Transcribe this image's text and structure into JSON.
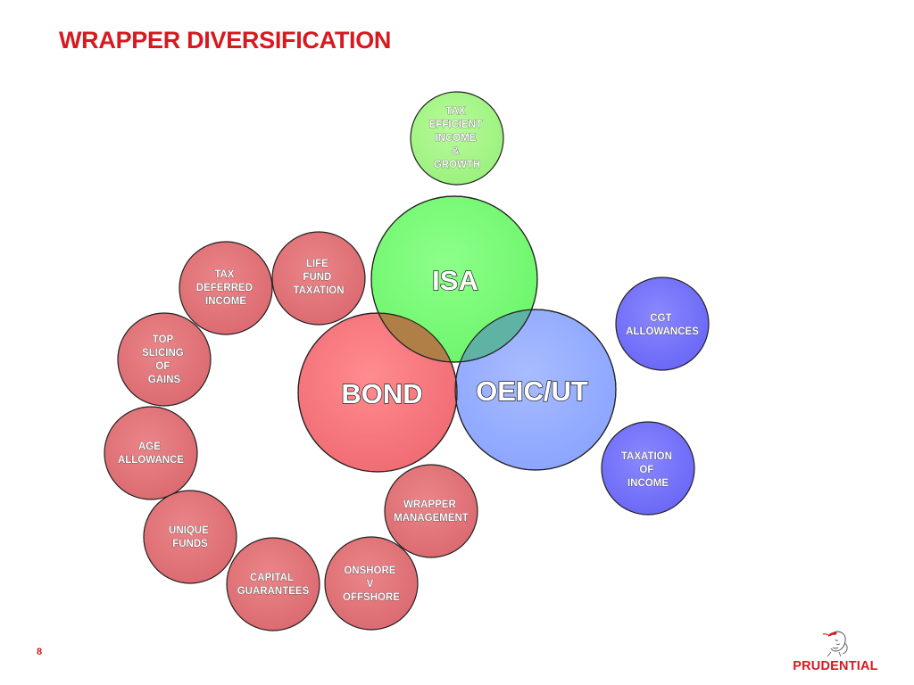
{
  "title": "WRAPPER DIVERSIFICATION",
  "page_number": "8",
  "logo": {
    "text": "PRUDENTIAL",
    "mark_icon": "prudence-head-icon"
  },
  "colors": {
    "title_red": "#d71920",
    "isa_green": "#80ff7f",
    "bond_red": "#f87a80",
    "oeic_blue": "#98b0ff",
    "benefit_red": "#e0757a",
    "benefit_blue": "#7b78ff",
    "benefit_green": "#a7f786"
  },
  "main_circles": [
    {
      "id": "isa",
      "label": "ISA"
    },
    {
      "id": "bond",
      "label": "BOND"
    },
    {
      "id": "oeic",
      "label": "OEIC/UT"
    }
  ],
  "benefits": [
    {
      "id": "tax-efficient",
      "lines": [
        "TAX",
        "EFFICIENT",
        "INCOME",
        "&",
        "GROWTH"
      ]
    },
    {
      "id": "life-fund-taxation",
      "lines": [
        "LIFE",
        "FUND",
        "TAXATION"
      ]
    },
    {
      "id": "tax-deferred-income",
      "lines": [
        "TAX",
        "DEFERRED",
        "INCOME"
      ]
    },
    {
      "id": "top-slicing",
      "lines": [
        "TOP",
        "SLICING",
        "OF",
        "GAINS"
      ]
    },
    {
      "id": "age-allowance",
      "lines": [
        "AGE",
        "ALLOWANCE"
      ]
    },
    {
      "id": "unique-funds",
      "lines": [
        "UNIQUE",
        "FUNDS"
      ]
    },
    {
      "id": "capital-guarantees",
      "lines": [
        "CAPITAL",
        "GUARANTEES"
      ]
    },
    {
      "id": "onshore-offshore",
      "lines": [
        "ONSHORE",
        "V",
        "OFFSHORE"
      ]
    },
    {
      "id": "wrapper-management",
      "lines": [
        "WRAPPER",
        "MANAGEMENT"
      ]
    },
    {
      "id": "cgt-allowances",
      "lines": [
        "CGT",
        "ALLOWANCES"
      ]
    },
    {
      "id": "taxation-of-income",
      "lines": [
        "TAXATION",
        "OF",
        "INCOME"
      ]
    }
  ]
}
